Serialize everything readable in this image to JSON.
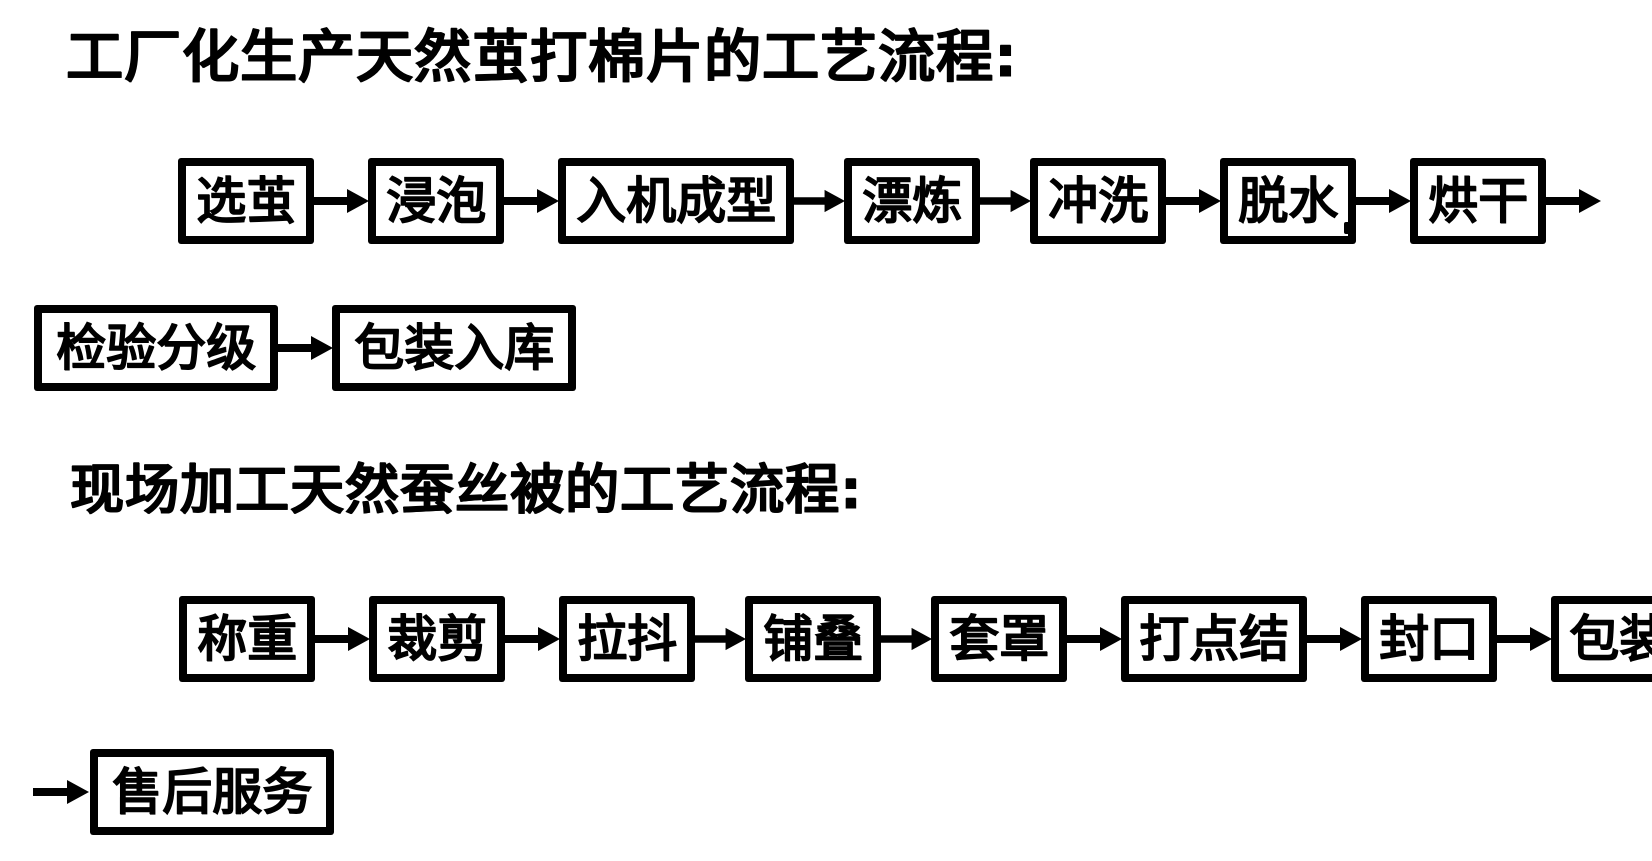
{
  "page": {
    "kind": "scanned-flowchart",
    "language": "zh-CN",
    "colors": {
      "ink": "#000000",
      "paper": "#ffffff"
    }
  },
  "titles": {
    "factory": "工厂化生产天然茧打棉片的工艺流程:",
    "onsite": "现场加工天然蚕丝被的工艺流程:"
  },
  "flow_factory": {
    "row1": [
      "选茧",
      "浸泡",
      "入机成型",
      "漂炼",
      "冲洗",
      "脱水",
      "烘干"
    ],
    "row2": [
      "检验分级",
      "包装入库"
    ]
  },
  "flow_onsite": {
    "row1": [
      "称重",
      "裁剪",
      "拉抖",
      "铺叠",
      "套罩",
      "打点结",
      "封口",
      "包装"
    ],
    "row2": [
      "售后服务"
    ]
  }
}
